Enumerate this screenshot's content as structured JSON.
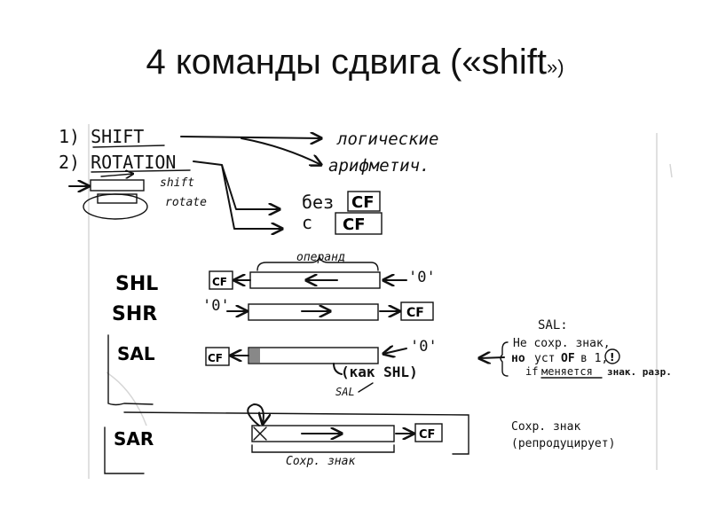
{
  "title": {
    "main": "4 команды сдвига («shift",
    "close_small": "»)"
  },
  "types": {
    "item1": "1) SHIFT",
    "item2": "2) ROTATION",
    "logical": "логические",
    "arithmetic": "арифметич.",
    "shift_note": "shift",
    "rotate_note": "rotate",
    "without_prefix": "без",
    "with_prefix": "с",
    "cf": "CF"
  },
  "ops": {
    "operand_label": "операнд",
    "shl": "SHL",
    "shr": "SHR",
    "sal": "SAL",
    "sar": "SAR",
    "zero": "'0'",
    "cf": "CF",
    "like_shl": "(как SHL)",
    "sal_small": "SAL",
    "keep_sign": "Сохр. знак"
  },
  "notes": {
    "sal_heading": "SAL:",
    "line1": "Не сохр. знак,",
    "line2_a": "но",
    "line2_b": "уст",
    "line2_c": "OF",
    "line2_d": "в 1,",
    "line3_a": "if",
    "line3_b": "меняется",
    "line3_c": "знак. разр.",
    "sar_note1": "Сохр. знак",
    "sar_note2": "(репродуцирует)"
  }
}
